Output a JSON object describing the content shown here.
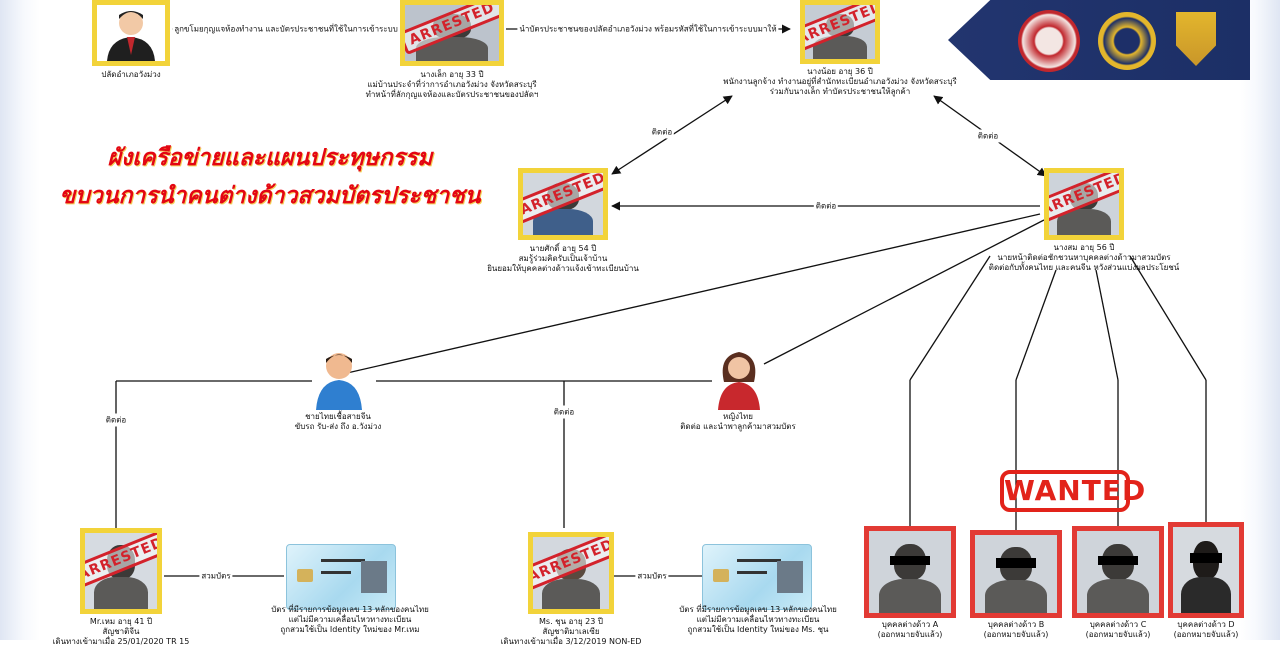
{
  "title": {
    "line1": "ผังเครือข่ายและแผนประทุษกรรม",
    "line2": "ขบวนการนำคนต่างด้าวสวมบัตรประชาชน"
  },
  "stamps": {
    "arrested": "ARRESTED",
    "wanted": "WANTED"
  },
  "nodes": {
    "district_officer": {
      "caption": [
        "ปลัดอำเภอวังม่วง"
      ]
    },
    "mrs_lek": {
      "caption": [
        "นางเล็ก อายุ 33 ปี",
        "แม่บ้านประจำที่ว่าการอำเภอวังม่วง จังหวัดสระบุรี",
        "ทำหน้าที่ลักกุญแจห้องและบัตรประชาชนของปลัดฯ"
      ]
    },
    "mrs_noi": {
      "caption": [
        "นางน้อย อายุ 36 ปี",
        "พนักงานลูกจ้าง ทำงานอยู่ที่สำนักทะเบียนอำเภอวังม่วง จังหวัดสระบุรี",
        "ร่วมกับนางเล็ก ทำบัตรประชาชนให้ลูกค้า"
      ]
    },
    "mr_sak": {
      "caption": [
        "นายศักดิ์ อายุ 54 ปี",
        "สมรู้ร่วมคิดรับเป็นเจ้าบ้าน",
        "ยินยอมให้บุคคลต่างด้าวแจ้งเข้าทะเบียนบ้าน"
      ]
    },
    "mrs_som": {
      "caption": [
        "นางสม อายุ 56 ปี",
        "นายหน้าติดต่อชักชวนหาบุคคลต่างด้าวมาสวมบัตร",
        "ติดต่อกับทั้งคนไทย และคนจีน หวังส่วนแบ่งผลประโยชน์"
      ]
    },
    "thai_chinese_man": {
      "caption": [
        "ชายไทยเชื้อสายจีน",
        "ขับรถ รับ-ส่ง ถึง อ.วังม่วง"
      ]
    },
    "thai_woman": {
      "caption": [
        "หญิงไทย",
        "ติดต่อ และนำพาลูกค้ามาสวมบัตร"
      ]
    },
    "mr_hem": {
      "caption": [
        "Mr.เหม อายุ 41 ปี",
        "สัญชาติจีน",
        "เดินทางเข้ามาเมื่อ 25/01/2020 TR 15"
      ]
    },
    "ms_chun": {
      "caption": [
        "Ms. ชุน อายุ 23 ปี",
        "สัญชาติมาเลเซีย",
        "เดินทางเข้ามาเมื่อ 3/12/2019 NON-ED"
      ]
    },
    "card_hem": {
      "caption": [
        "บัตร ที่มีรายการข้อมูลเลข 13 หลักของคนไทย",
        "แต่ไม่มีความเคลื่อนไหวทางทะเบียน",
        "ถูกสวมใช้เป็น Identity ใหม่ของ Mr.เหม"
      ]
    },
    "card_chun": {
      "caption": [
        "บัตร ที่มีรายการข้อมูลเลข 13 หลักของคนไทย",
        "แต่ไม่มีความเคลื่อนไหวทางทะเบียน",
        "ถูกสวมใช้เป็น Identity ใหม่ของ Ms. ชุน"
      ]
    },
    "foreigner_a": {
      "caption": [
        "บุคคลต่างด้าว A",
        "(ออกหมายจับแล้ว)"
      ]
    },
    "foreigner_b": {
      "caption": [
        "บุคคลต่างด้าว B",
        "(ออกหมายจับแล้ว)"
      ]
    },
    "foreigner_c": {
      "caption": [
        "บุคคลต่างด้าว C",
        "(ออกหมายจับแล้ว)"
      ]
    },
    "foreigner_d": {
      "caption": [
        "บุคคลต่างด้าว D",
        "(ออกหมายจับแล้ว)"
      ]
    }
  },
  "edges": {
    "officer_lek": "ลูกขโมยกุญแจห้องทำงาน และบัตรประชาชนที่ใช้ในการเข้าระบบ",
    "lek_noi": "นำบัตรประชาชนของปลัดอำเภอวังม่วง พร้อมรหัสที่ใช้ในการเข้าระบบมาให้",
    "contact": "ติดต่อ",
    "swap_card": "สวมบัตร"
  },
  "colors": {
    "arrested_frame": "#f2d33a",
    "wanted_frame": "#e23a34",
    "stamp_red": "#d3222b",
    "title_red": "#e30613",
    "banner_navy": "#22356f"
  },
  "icons": [
    "businessman-avatar-icon",
    "man-avatar-icon",
    "woman-avatar-icon",
    "ministry-emblem-icon",
    "immigration-emblem-icon",
    "police-badge-icon"
  ]
}
